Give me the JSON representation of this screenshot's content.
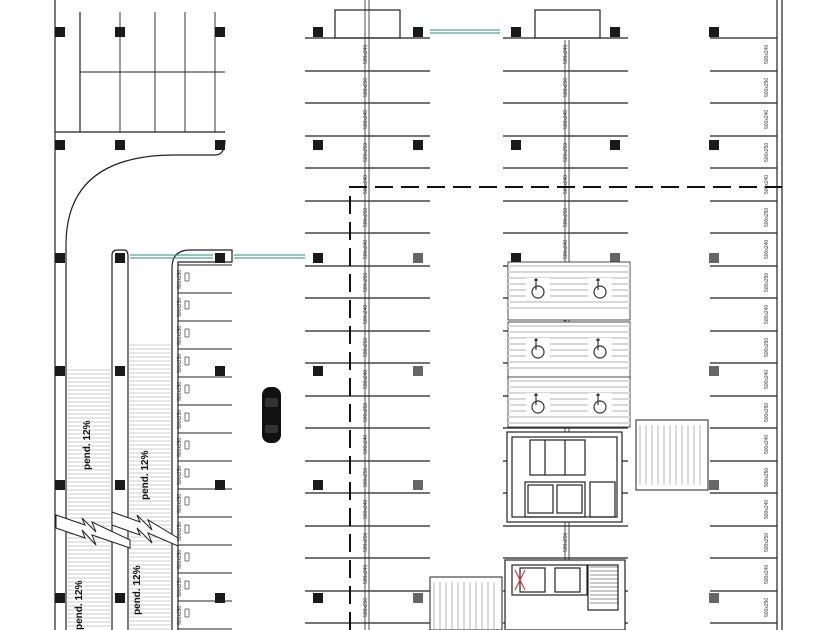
{
  "drawing": {
    "ramp_labels": [
      "pend. 12%",
      "pend. 12%",
      "pend. 12%",
      "pend. 12%"
    ],
    "stall_dimension": "500x240",
    "stall_dimension_alt": "500x250",
    "accessible_symbol": "wheelchair-icon",
    "car_symbol": "car-icon",
    "colors": {
      "line": "#222222",
      "column": "#1a1a1a",
      "column_grey": "#666666",
      "link": "#2e8b7a",
      "hatch": "#9a9a9a",
      "accessible_fill": "#d8d8d8",
      "paper": "#ffffff"
    }
  }
}
